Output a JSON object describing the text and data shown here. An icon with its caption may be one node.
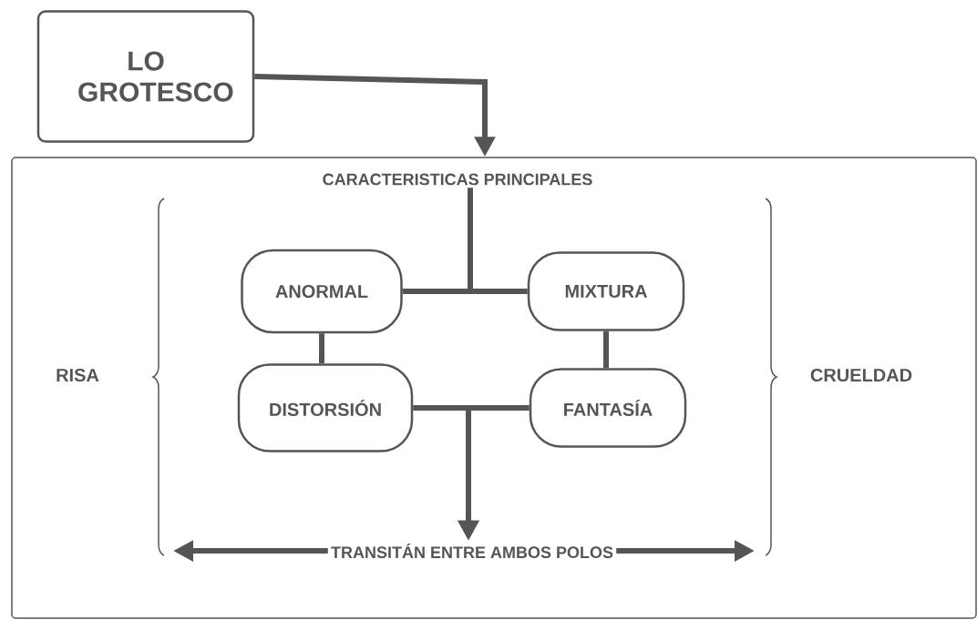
{
  "diagram": {
    "nodes": [
      {
        "text": [
          "LO GROTESCO"
        ]
      },
      {
        "text": [],
        "shape": "box"
      },
      {
        "text": [
          "CARACTERISTICAS PRINCIPALES"
        ],
        "in": 1
      },
      {
        "text": [
          "ANORMAL"
        ],
        "in": 1
      },
      {
        "text": [
          "MIXTURA"
        ],
        "in": 1
      },
      {
        "text": [
          "DISTORSIÓN"
        ],
        "in": 1
      },
      {
        "text": [
          "FANTASÍA"
        ],
        "in": 1
      },
      {
        "text": [
          "TRANSITÁN ENTRE AMBOS POLOS"
        ],
        "in": 1
      }
    ],
    "edges": [
      {
        "from": 0,
        "to": 1,
        "arrow": "to"
      },
      {
        "from": 2,
        "to": 3,
        "arrow": "none"
      },
      {
        "from": 2,
        "to": 4,
        "arrow": "none"
      },
      {
        "from": 3,
        "to": 5,
        "arrow": "none"
      },
      {
        "from": 4,
        "to": 6,
        "arrow": "none"
      },
      {
        "from": 5,
        "to": 7,
        "arrow": "to"
      },
      {
        "from": 6,
        "to": 7,
        "arrow": "to"
      },
      {
        "from": 7,
        "to": null,
        "arrow": "to"
      },
      {
        "from": 7,
        "to": null,
        "arrow": "to"
      }
    ],
    "labels": [
      "RISA",
      "CRUELDAD"
    ]
  }
}
